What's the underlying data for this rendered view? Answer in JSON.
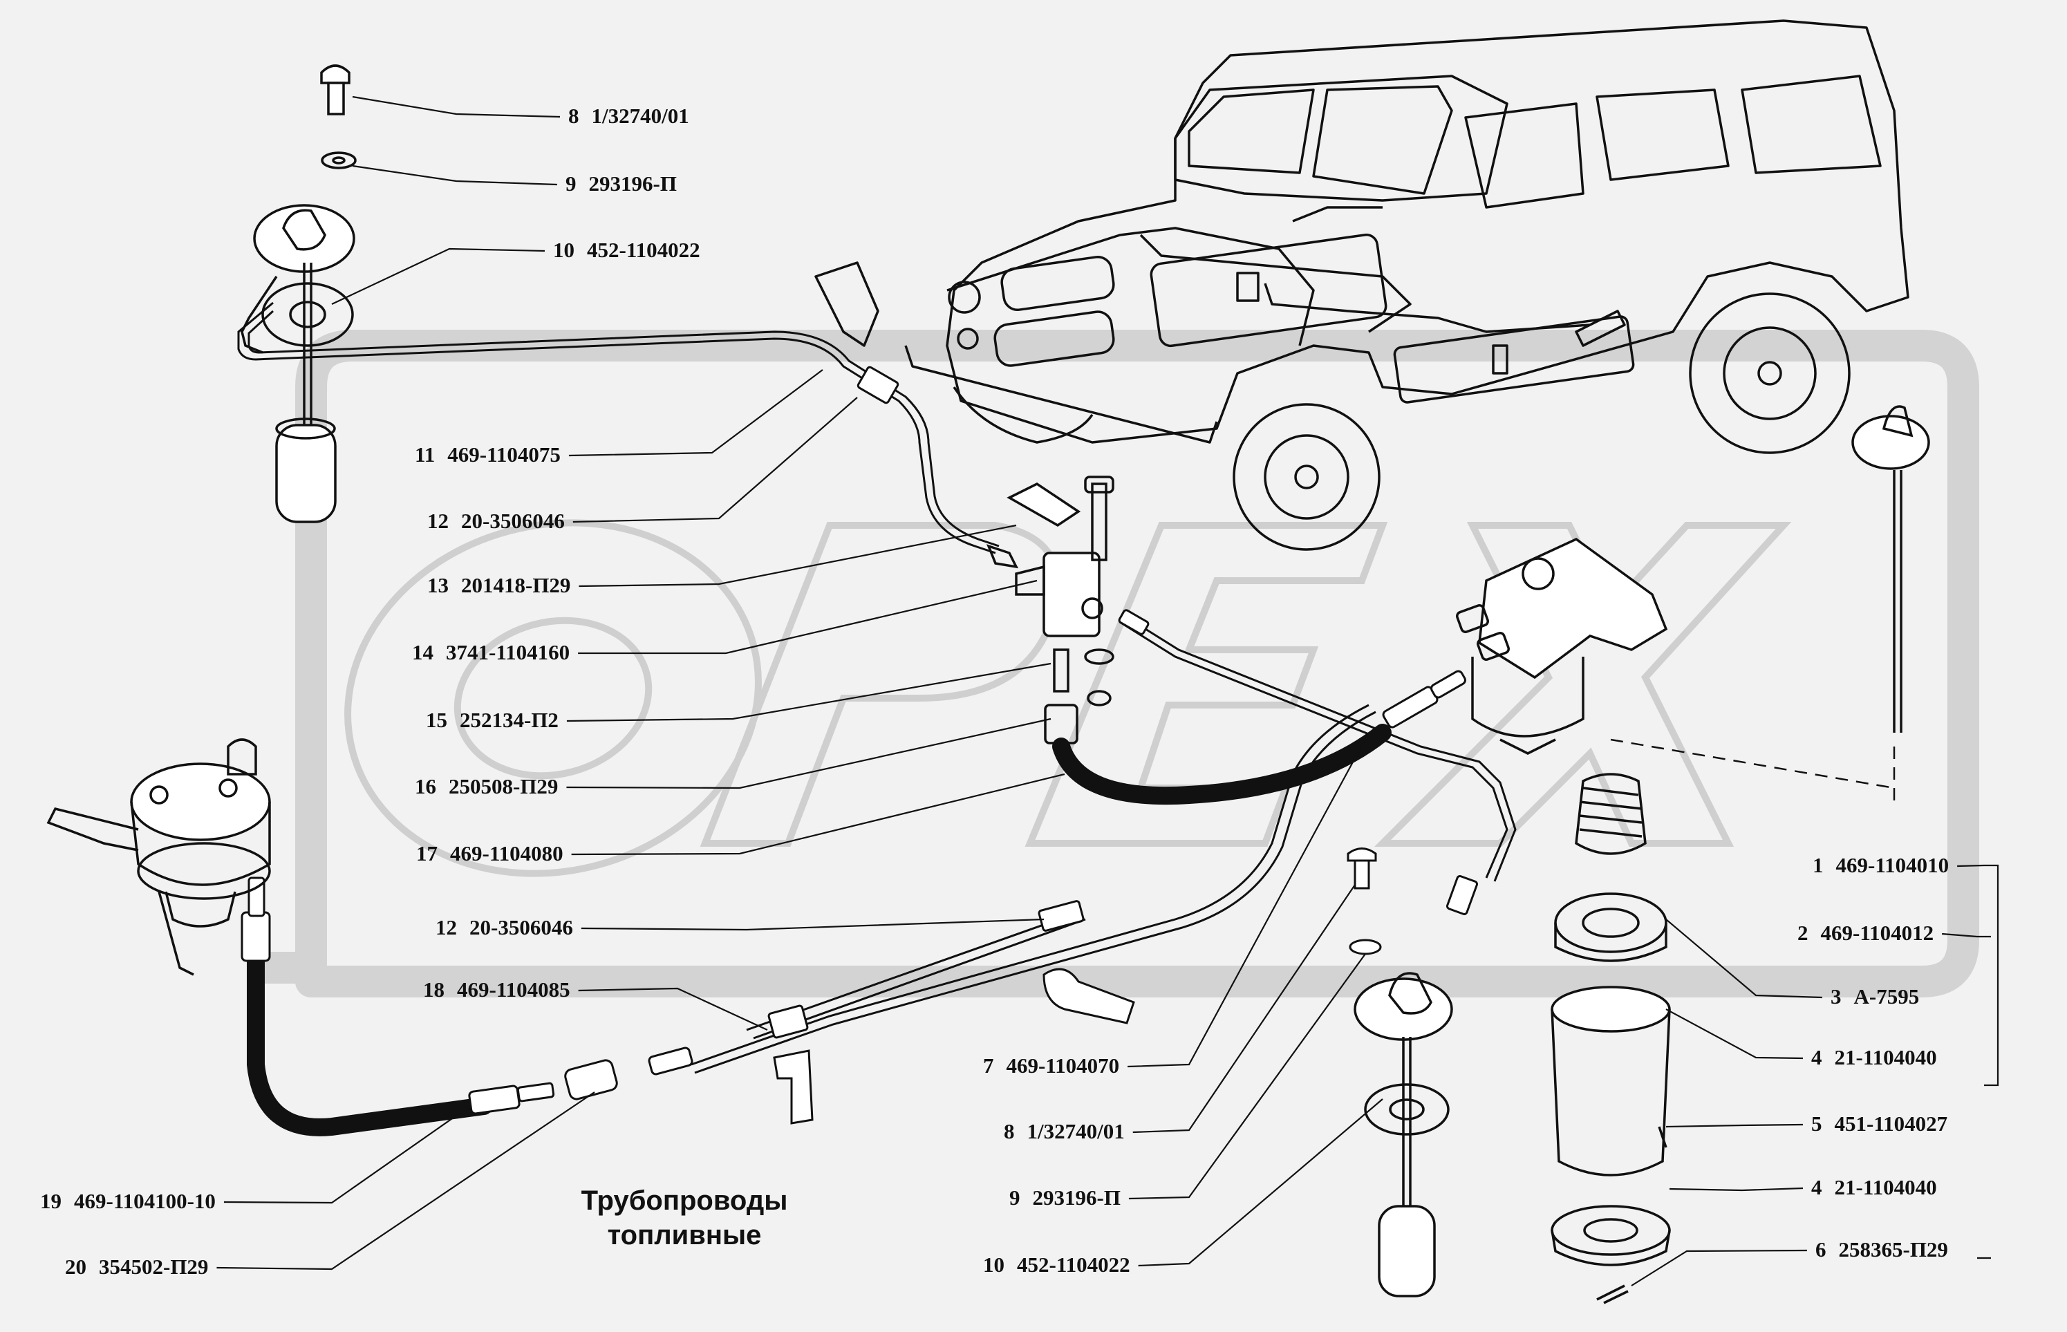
{
  "title": {
    "line1": "Трубопроводы",
    "line2": "топливные"
  },
  "watermark": "OPEX",
  "colors": {
    "background": "#f2f2f2",
    "ink": "#111111",
    "watermark": "#cfcfcf"
  },
  "labels": [
    {
      "num": "8",
      "code": "1/32740/01"
    },
    {
      "num": "9",
      "code": "293196-П"
    },
    {
      "num": "10",
      "code": "452-1104022"
    },
    {
      "num": "11",
      "code": "469-1104075"
    },
    {
      "num": "12",
      "code": "20-3506046"
    },
    {
      "num": "13",
      "code": "201418-П29"
    },
    {
      "num": "14",
      "code": "3741-1104160"
    },
    {
      "num": "15",
      "code": "252134-П2"
    },
    {
      "num": "16",
      "code": "250508-П29"
    },
    {
      "num": "17",
      "code": "469-1104080"
    },
    {
      "num": "12",
      "code": "20-3506046"
    },
    {
      "num": "18",
      "code": "469-1104085"
    },
    {
      "num": "19",
      "code": "469-1104100-10"
    },
    {
      "num": "20",
      "code": "354502-П29"
    },
    {
      "num": "7",
      "code": "469-1104070"
    },
    {
      "num": "8",
      "code": "1/32740/01"
    },
    {
      "num": "9",
      "code": "293196-П"
    },
    {
      "num": "10",
      "code": "452-1104022"
    },
    {
      "num": "1",
      "code": "469-1104010"
    },
    {
      "num": "2",
      "code": "469-1104012"
    },
    {
      "num": "3",
      "code": "А-7595"
    },
    {
      "num": "4",
      "code": "21-1104040"
    },
    {
      "num": "5",
      "code": "451-1104027"
    },
    {
      "num": "4",
      "code": "21-1104040"
    },
    {
      "num": "6",
      "code": "258365-П29"
    }
  ]
}
